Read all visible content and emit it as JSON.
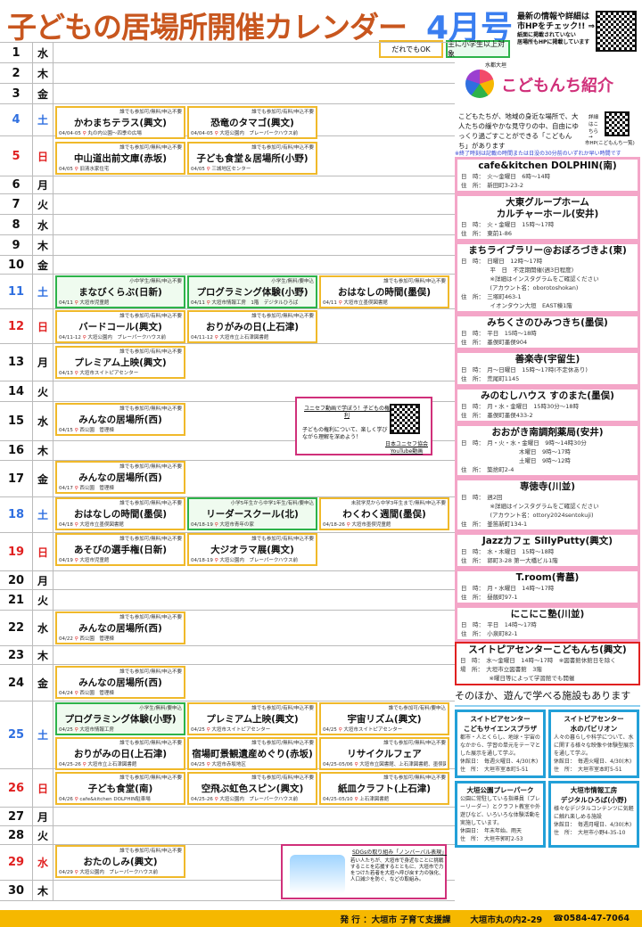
{
  "header": {
    "title": "子どもの居場所開催カレンダー",
    "issue": "4月号",
    "hp_line1": "最新の情報や詳細は",
    "hp_line2": "市HPをチェック!! ⇒",
    "hp_small1": "紙面に掲載されていない",
    "hp_small2": "居場所もHPに掲載しています"
  },
  "legend": {
    "anyone": "だれでもOK",
    "elementary": "主に小学生以上対象"
  },
  "days": [
    [
      "1",
      "水"
    ],
    [
      "2",
      "木"
    ],
    [
      "3",
      "金"
    ],
    [
      "4",
      "土"
    ],
    [
      "5",
      "日"
    ],
    [
      "6",
      "月"
    ],
    [
      "7",
      "火"
    ],
    [
      "8",
      "水"
    ],
    [
      "9",
      "木"
    ],
    [
      "10",
      "金"
    ],
    [
      "11",
      "土"
    ],
    [
      "12",
      "日"
    ],
    [
      "13",
      "月"
    ],
    [
      "14",
      "火"
    ],
    [
      "15",
      "水"
    ],
    [
      "16",
      "木"
    ],
    [
      "17",
      "金"
    ],
    [
      "18",
      "土"
    ],
    [
      "19",
      "日"
    ],
    [
      "20",
      "月"
    ],
    [
      "21",
      "火"
    ],
    [
      "22",
      "水"
    ],
    [
      "23",
      "木"
    ],
    [
      "24",
      "金"
    ],
    [
      "25",
      "土"
    ],
    [
      "26",
      "日"
    ],
    [
      "27",
      "月"
    ],
    [
      "28",
      "火"
    ],
    [
      "29",
      "水"
    ],
    [
      "30",
      "木"
    ]
  ],
  "events": [
    {
      "tag": "誰でも参加可/無料/申込不要",
      "title": "かわまちテラス(興文)",
      "date": "04/04-05",
      "place": "丸の内公園～四季の広場",
      "type": "anyone"
    },
    {
      "tag": "誰でも参加可/有料/申込不要",
      "title": "恐竜のタマゴ(興文)",
      "date": "04/04-05",
      "place": "大垣公園内　プレーパークハウス前",
      "type": "anyone"
    },
    {
      "tag": "誰でも参加可/無料/申込不要",
      "title": "中山道出前文庫(赤坂)",
      "date": "04/05",
      "place": "旧清水家住宅",
      "type": "anyone"
    },
    {
      "tag": "誰でも参加可/有料/申込不要",
      "title": "子ども食堂＆居場所(小野)",
      "date": "04/05",
      "place": "三城地区センター",
      "type": "anyone"
    },
    {
      "tag": "小中学生/無料/申込不要",
      "title": "まなびくらぶ(日新)",
      "date": "04/11",
      "place": "大垣市児童館",
      "type": "elementary"
    },
    {
      "tag": "小学生/無料/要申込",
      "title": "プログラミング体験(小野)",
      "date": "04/11",
      "place": "大垣市情報工房　1階　デジタルひろば",
      "type": "elementary"
    },
    {
      "tag": "誰でも参加可/無料/申込不要",
      "title": "おはなしの時間(墨俣)",
      "date": "04/11",
      "place": "大垣市立墨俣図書館",
      "type": "anyone"
    },
    {
      "tag": "誰でも参加可/有料/申込不要",
      "title": "バードコール(興文)",
      "date": "04/11-12",
      "place": "大垣公園内　プレーパークハウス前",
      "type": "anyone"
    },
    {
      "tag": "誰でも参加可/無料/申込不要",
      "title": "おりがみの日(上石津)",
      "date": "04/11-12",
      "place": "大垣市立上石津図書館",
      "type": "anyone"
    },
    {
      "tag": "誰でも参加可/有料/申込不要",
      "title": "プレミアム上映(興文)",
      "date": "04/13",
      "place": "大垣市スイトピアセンター",
      "type": "anyone"
    },
    {
      "tag": "誰でも参加可/無料/申込不要",
      "title": "みんなの居場所(西)",
      "date": "04/15",
      "place": "西公園　管理棟",
      "type": "anyone"
    },
    {
      "tag": "誰でも参加可/無料/申込不要",
      "title": "みんなの居場所(西)",
      "date": "04/17",
      "place": "西公園　管理棟",
      "type": "anyone"
    },
    {
      "tag": "誰でも参加可/無料/申込不要",
      "title": "おはなしの時間(墨俣)",
      "date": "04/18",
      "place": "大垣市立墨俣図書館",
      "type": "anyone"
    },
    {
      "tag": "小学5年生から中学1年生/有料/要申込",
      "title": "リーダースクール(北)",
      "date": "04/18-19",
      "place": "大垣市青年の家",
      "type": "elementary"
    },
    {
      "tag": "未就学児から中学3年生まで/無料/申込不要",
      "title": "わくわく週間(墨俣)",
      "date": "04/18-26",
      "place": "大垣市墨俣児童館",
      "type": "anyone"
    },
    {
      "tag": "誰でも参加可/無料/申込不要",
      "title": "あそびの選手権(日新)",
      "date": "04/19",
      "place": "大垣市児童館",
      "type": "anyone"
    },
    {
      "tag": "誰でも参加可/有料/申込不要",
      "title": "大ジオラマ展(興文)",
      "date": "04/18-19",
      "place": "大垣公園内　プレーパークハウス前",
      "type": "anyone"
    },
    {
      "tag": "誰でも参加可/無料/申込不要",
      "title": "みんなの居場所(西)",
      "date": "04/22",
      "place": "西公園　管理棟",
      "type": "anyone"
    },
    {
      "tag": "誰でも参加可/無料/申込不要",
      "title": "みんなの居場所(西)",
      "date": "04/24",
      "place": "西公園　管理棟",
      "type": "anyone"
    },
    {
      "tag": "小学生/無料/要申込",
      "title": "プログラミング体験(小野)",
      "date": "04/25",
      "place": "大垣市情報工房",
      "type": "elementary"
    },
    {
      "tag": "誰でも参加可/有料/申込不要",
      "title": "プレミアム上映(興文)",
      "date": "04/25",
      "place": "大垣市スイトピアセンター",
      "type": "anyone"
    },
    {
      "tag": "誰でも参加可/有料/要申込",
      "title": "宇宙リズム(興文)",
      "date": "04/25",
      "place": "大垣市スイトピアセンター",
      "type": "anyone"
    },
    {
      "tag": "誰でも参加可/無料/申込不要",
      "title": "おりがみの日(上石津)",
      "date": "04/25-26",
      "place": "大垣市立上石津図書館",
      "type": "anyone"
    },
    {
      "tag": "誰でも参加可/無料/申込不要",
      "title": "宿場町景観遺産めぐり(赤坂)",
      "date": "04/25",
      "place": "大垣市赤坂地区",
      "type": "anyone"
    },
    {
      "tag": "誰でも参加可/無料/申込不要",
      "title": "リサイクルフェア",
      "date": "04/25-05/06",
      "place": "大垣市立図書館、上石津図書館、墨俣図書館",
      "type": "anyone"
    },
    {
      "tag": "誰でも参加可/無料/申込不要",
      "title": "子ども食堂(南)",
      "date": "04/26",
      "place": "cafe&kitchen DOLPHIN駐車場",
      "type": "anyone"
    },
    {
      "tag": "誰でも参加可/有料/申込不要",
      "title": "空飛ぶ虹色スピン(興文)",
      "date": "04/25-26",
      "place": "大垣公園内　プレーパークハウス前",
      "type": "anyone"
    },
    {
      "tag": "誰でも参加可/無料/申込不要",
      "title": "紙皿クラフト(上石津)",
      "date": "04/25-05/10",
      "place": "上石津図書館",
      "type": "anyone"
    },
    {
      "tag": "誰でも参加可/有料/申込不要",
      "title": "おたのしみ(興文)",
      "date": "04/29",
      "place": "大垣公園内　プレーパークハウス前",
      "type": "anyone"
    }
  ],
  "ads": {
    "unicef_title": "ユニセフ動画で学ぼう！子どもの権利",
    "unicef_text": "子どもの権利について、楽しく学びながら理解を深めよう！",
    "unicef_link": "日本ユニセフ協会 YouTube動画",
    "sdgs_title": "SDGsの取り組み「ノンバーバル表現」",
    "sdgs_text": "若い人たちが、大垣市で身近なことに挑戦することを応援するとともに、大垣市で力をつけた若者を大垣へ呼び戻す力の強化、人口減少を防ぐ、などの取組み。"
  },
  "side": {
    "logo_small": "水都大垣",
    "logo": "こどもんち紹介",
    "intro": "こどもたちが、地域の身近な場所で、大人たちの緩やかな見守りの中、自由にゆっくり過ごすことができる「こどもんち」があります",
    "qr_label": "詳細はこちら →",
    "qr_sub": "市HP(こどもんち一覧)",
    "note": "※終了時刻は記載の時間または日没の30分前のいずれか早い時間です",
    "cards": [
      {
        "name": "cafe&kitchen DOLPHIN(南)",
        "info": "日　時：　火～金曜日　6時～14時\n住　所：　新田町3-23-2"
      },
      {
        "name": "大東グループホーム\nカルチャーホール(安井)",
        "info": "日　時：　火・金曜日　15時～17時\n住　所：　東前1-86"
      },
      {
        "name": "まちライブラリー@おぼろづきよ(東)",
        "info": "日　時：　日曜日　12時～17時\n　　　　　平　日　不定期開催(週3日程度)\n　　　　　※詳細はインスタグラムをご確認ください\n　　　　　(アカウント名：oborotoshokan)\n住　所：　三塚町463-1\n　　　　　イオンタウン大垣　EAST棟1階"
      },
      {
        "name": "みちくさのひみつきち(墨俣)",
        "info": "日　時：　平日　15時～18時\n住　所：　墨俣町墨俣904"
      },
      {
        "name": "善楽寺(宇留生)",
        "info": "日　時：　月～日曜日　15時～17時(不定休あり)\n住　所：　荒尾町1145"
      },
      {
        "name": "みのむしハウス すのまた(墨俣)",
        "info": "日　時：　月・水・金曜日　15時30分～18時\n住　所：　墨俣町墨俣433-2"
      },
      {
        "name": "おおがき南調剤薬局(安井)",
        "info": "日　時：　月・火・水・金曜日　9時～14時30分\n　　　　　　　　　　木曜日　9時～17時\n　　　　　　　　　　土曜日　9時～12時\n住　所：　築捨町2-4"
      },
      {
        "name": "専徳寺(川並)",
        "info": "日　時：　週2回\n　　　　　※詳細はインスタグラムをご確認ください\n　　　　　(アカウント名：ottory2024sentokuji)\n住　所：　釜笛新町134-1"
      },
      {
        "name": "Jazzカフェ SillyPutty(興文)",
        "info": "日　時：　水・木曜日　15時～18時\n住　所：　郭町3-28 第一大橋ビル1階"
      },
      {
        "name": "T.room(青墓)",
        "info": "日　時：　月・水曜日　14時～17時\n住　所：　昼飯町97-1"
      },
      {
        "name": "にこにこ塾(川並)",
        "info": "日　時：　平日　14時～17時\n住　所：　小泉町82-1"
      }
    ],
    "suitopia": {
      "name": "スイトピアセンターこどもんち(興文)",
      "info": "日　時：　水～金曜日　14時～17時　※図書館休館日を除く\n場　所：　大垣市立図書館　3階\n　　　　　※曜日等によって学習館でも開催"
    },
    "other_heading": "そのほか、遊んで学べる施設もあります",
    "facilities": [
      {
        "name": "スイトピアセンター\nこどもサイエンスプラザ",
        "desc": "都市・人とくらし、地球・宇宙のなかから、学習の単元をテーマとした展示を通して学ぶ。",
        "closed": "休館日：　毎週火曜日、4/30(木)",
        "addr": "住　所：　大垣市室本町5-51"
      },
      {
        "name": "スイトピアセンター\n水のパビリオン",
        "desc": "人々の暮らしや科学について、水に関する様々な映像や体験型展示を通して学ぶ。",
        "closed": "休館日：　毎週火曜日、4/30(木)",
        "addr": "住　所：　大垣市室本町5-51"
      },
      {
        "name": "大垣公園プレーパーク",
        "desc": "公園に常駐している指導員（プレーリーダー）とクラフト教室や外遊びなど、いろいろな体験活動を実施しています。",
        "closed": "休園日：　年末年始、雨天",
        "addr": "住　所：　大垣市郭町2-53"
      },
      {
        "name": "大垣市情報工房\nデジタルひろば(小野)",
        "desc": "様々なデジタルコンテンツに気軽に触れ楽しめる施設",
        "closed": "休館日：　毎週月曜日、4/30(木)",
        "addr": "住　所：　大垣市小野4-35-10"
      }
    ]
  },
  "footer": {
    "publisher": "発 行 ：大垣市 子育て支援課",
    "address": "大垣市丸の内2-29",
    "phone": "☎0584-47-7064"
  },
  "colors": {
    "title": "#c8561e",
    "issue": "#3a7ef0",
    "anyone": "#f0b92a",
    "elementary": "#2db34a",
    "saturday": "#2f6fe0",
    "sunday": "#e02020",
    "footer": "#f6b800"
  }
}
